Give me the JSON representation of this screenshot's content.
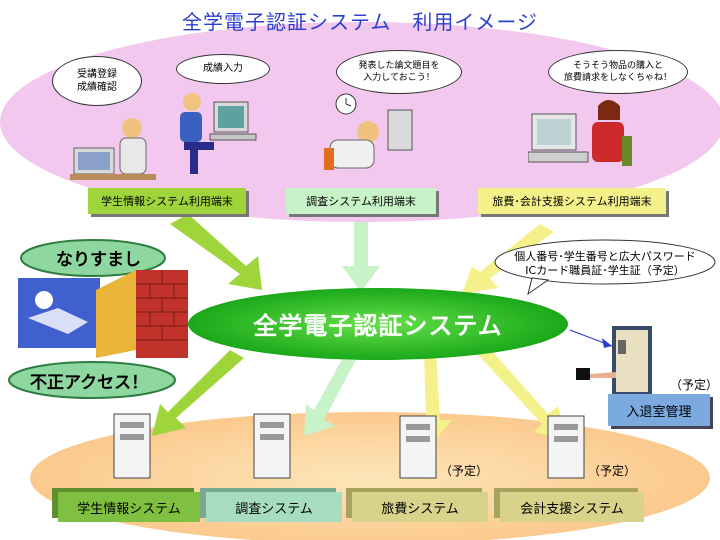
{
  "title": "全学電子認証システム　利用イメージ",
  "bubbles": {
    "b1": [
      "受講登録",
      "成績確認"
    ],
    "b2": "成績入力",
    "b3": [
      "発表した論文題目を",
      "入力しておこう！"
    ],
    "b4": [
      "そうそう物品の購入と",
      "旅費請求をしなくちゃね！"
    ]
  },
  "terminals": {
    "student": "学生情報システム利用端末",
    "survey": "調査システム利用端末",
    "travel": "旅費･会計支援システム利用端末"
  },
  "center": "全学電子認証システム",
  "auth_note": [
    "個人番号･学生番号と広大パスワード",
    "ICカード職員証･学生証（予定）"
  ],
  "threats": {
    "spoof": "なりすまし",
    "illegal": "不正アクセス！"
  },
  "room": {
    "label": "入退室管理",
    "planned": "（予定）"
  },
  "systems": {
    "student": "学生情報システム",
    "survey": "調査システム",
    "travel": "旅費システム",
    "accounting": "会計支援システム",
    "travel_planned": "（予定）",
    "accounting_planned": "（予定）"
  }
}
